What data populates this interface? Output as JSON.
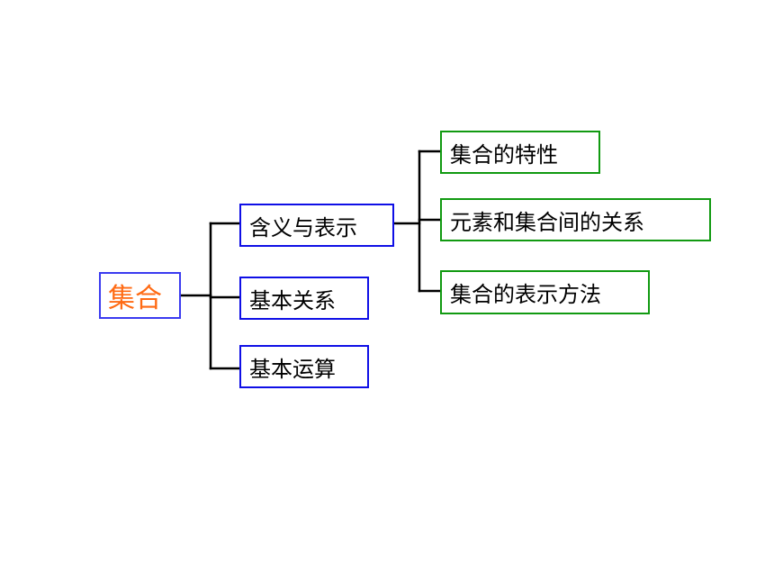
{
  "root": {
    "label": "集合"
  },
  "level1": [
    {
      "label": "含义与表示"
    },
    {
      "label": "基本关系"
    },
    {
      "label": "基本运算"
    }
  ],
  "level2": [
    {
      "label": "集合的特性"
    },
    {
      "label": "元素和集合间的关系"
    },
    {
      "label": "集合的表示方法"
    }
  ],
  "colors": {
    "root_text": "#ff6a13",
    "root_border": "#3b3bf0",
    "level1_border": "#0f0fe6",
    "level2_border": "#119a11",
    "connector": "#000000"
  }
}
